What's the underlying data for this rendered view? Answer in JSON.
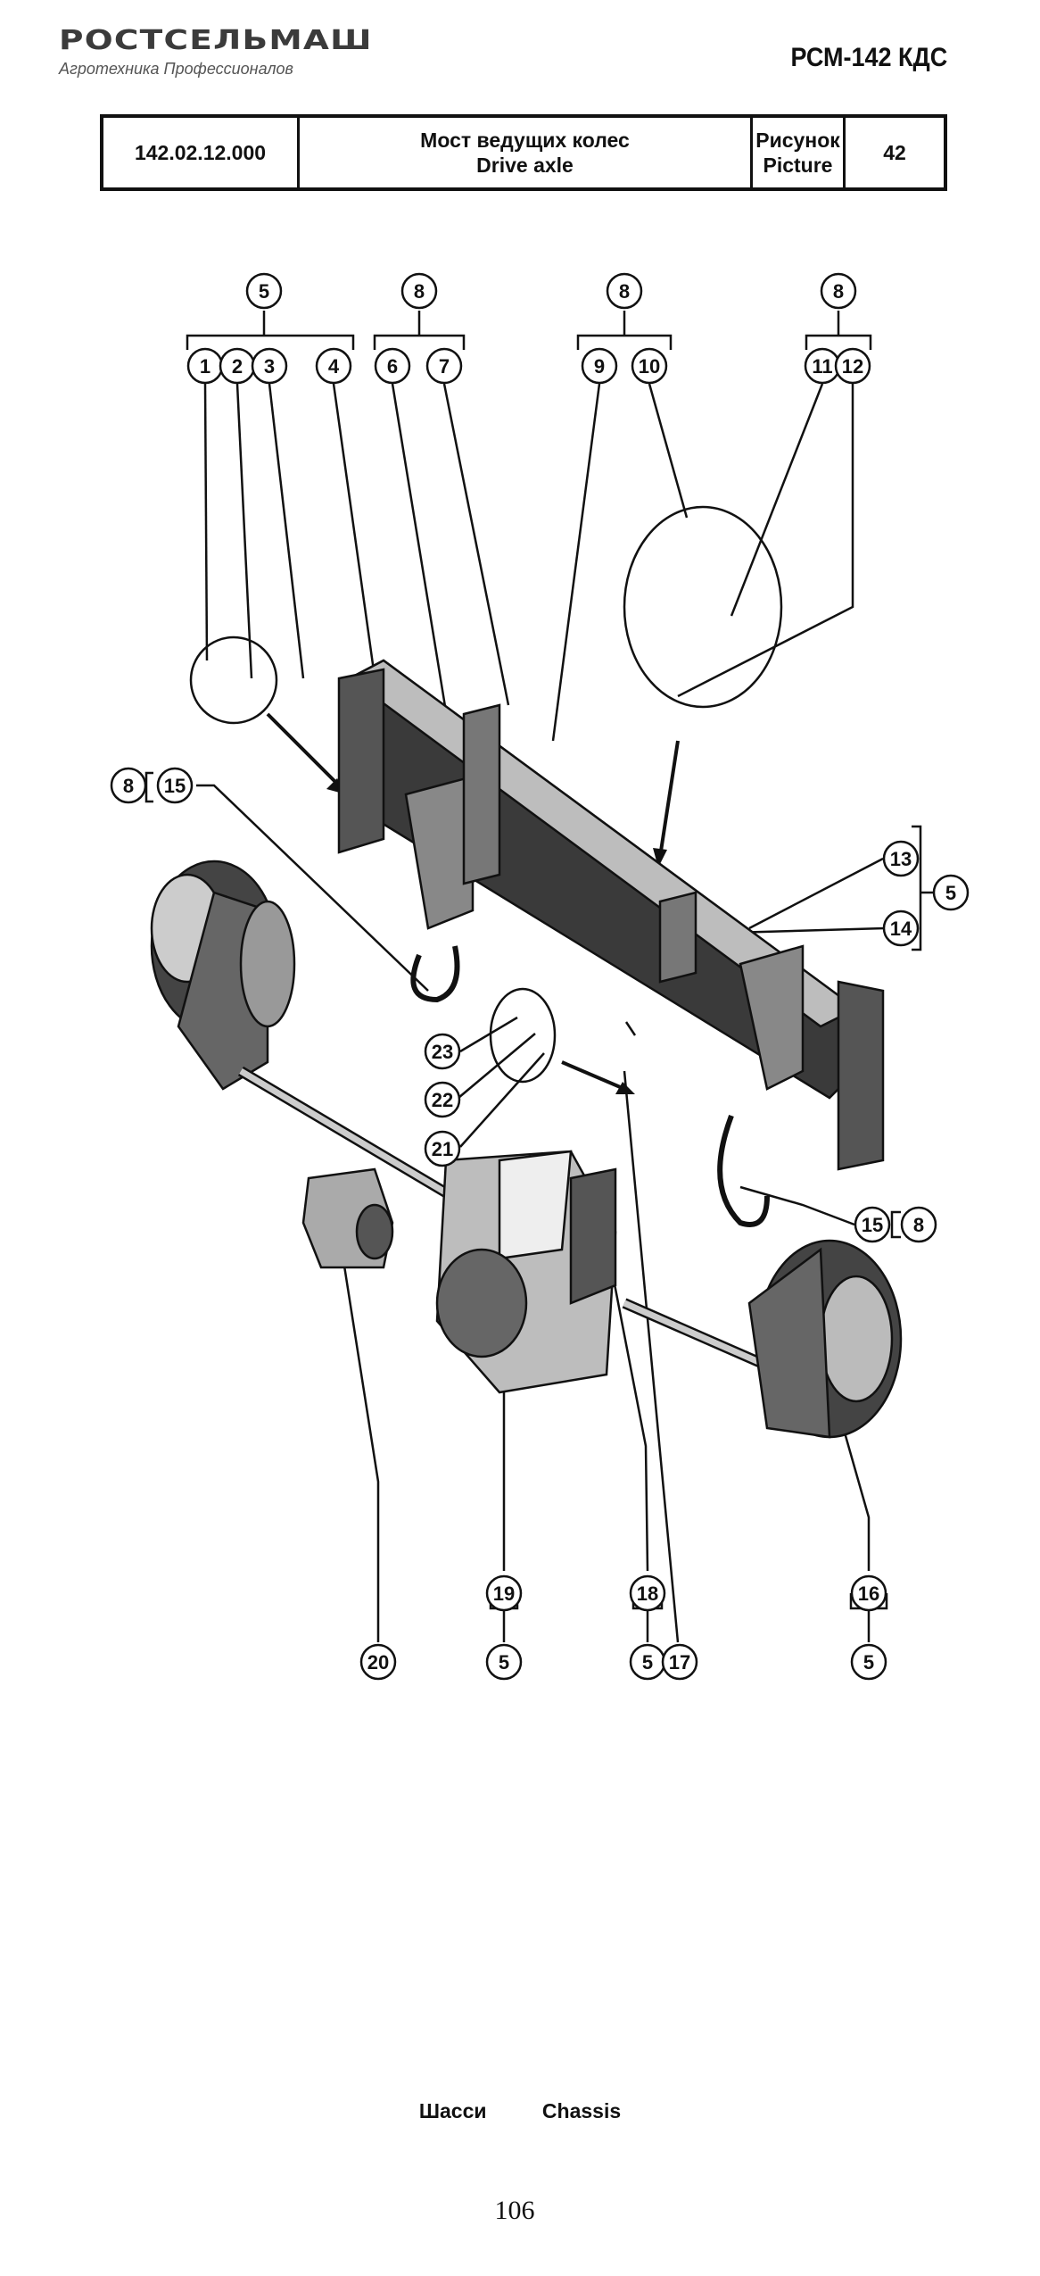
{
  "header": {
    "brand": "РОСТСЕЛЬМАШ",
    "tagline": "Агротехника Профессионалов",
    "model": "РСМ-142 КДС"
  },
  "title_block": {
    "part_number": "142.02.12.000",
    "title_ru": "Мост ведущих колес",
    "title_en": "Drive axle",
    "picture_label_ru": "Рисунок",
    "picture_label_en": "Picture",
    "picture_number": "42"
  },
  "callouts": {
    "c1": "1",
    "c2": "2",
    "c3": "3",
    "c4": "4",
    "c5a": "5",
    "c6": "6",
    "c7": "7",
    "c8a": "8",
    "c9": "9",
    "c10": "10",
    "c8b": "8",
    "c11": "11",
    "c12": "12",
    "c8c": "8",
    "c8d": "8",
    "c15a": "15",
    "c13": "13",
    "c14": "14",
    "c5b": "5",
    "c23": "23",
    "c22": "22",
    "c21": "21",
    "c15b": "15",
    "c8e": "8",
    "c19": "19",
    "c5c": "5",
    "c18": "18",
    "c5d": "5",
    "c17": "17",
    "c16": "16",
    "c5e": "5",
    "c20": "20"
  },
  "footer": {
    "section_ru": "Шасси",
    "section_en": "Chassis",
    "page_number": "106"
  }
}
